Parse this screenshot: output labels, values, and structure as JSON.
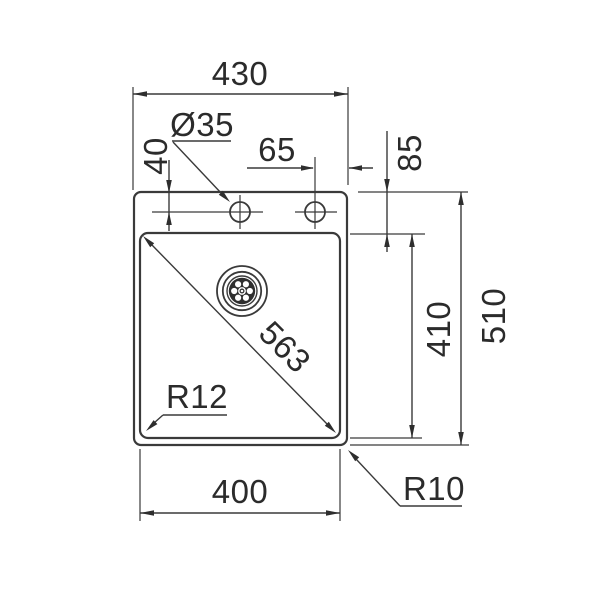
{
  "meta": {
    "drawing_type": "sink installation dimension drawing",
    "view": "top view",
    "unit": "mm",
    "background_color": "#ffffff",
    "line_color": "#3a3a3a",
    "text_color": "#2b2b2b"
  },
  "labels": {
    "overall_width": "430",
    "tap_hole_diameter": "Ø35",
    "tap_hole_edge_offset": "65",
    "tap_hole_top_offset": "40",
    "ledge_depth": "85",
    "overall_depth": "510",
    "bowl_depth": "410",
    "bowl_width": "400",
    "bowl_diagonal": "563",
    "bowl_corner_radius": "R12",
    "outer_corner_radius": "R10"
  }
}
